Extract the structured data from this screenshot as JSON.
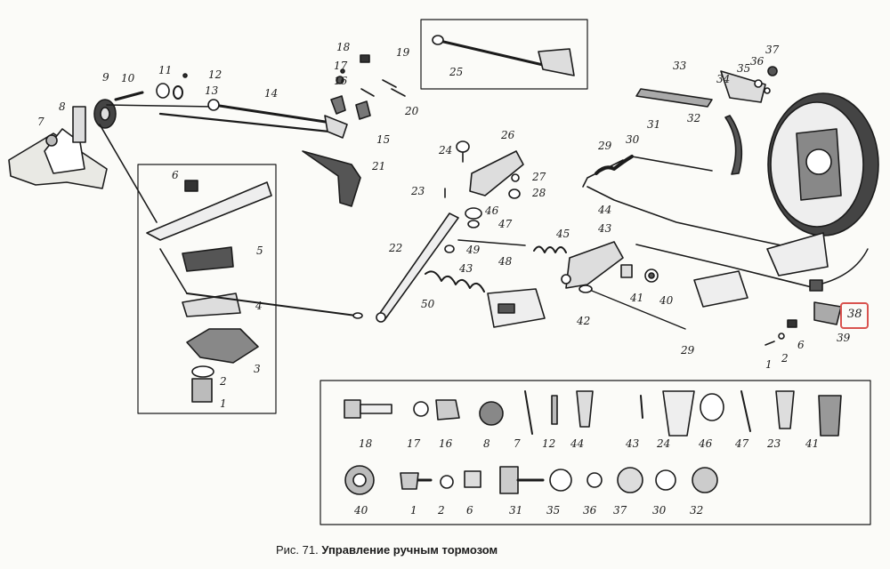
{
  "highlight": {
    "label": "38",
    "color": "#d9534f"
  },
  "caption": {
    "prefix": "Рис. 71.",
    "title": "Управление ручным тормозом"
  },
  "callouts": {
    "c1": "1",
    "c2": "2",
    "c3": "3",
    "c4": "4",
    "c5": "5",
    "c6": "6",
    "c7": "7",
    "c8": "8",
    "c9": "9",
    "c10": "10",
    "c11": "11",
    "c12": "12",
    "c13": "13",
    "c14": "14",
    "c15": "15",
    "c16": "16",
    "c17": "17",
    "c18": "18",
    "c19": "19",
    "c20": "20",
    "c21": "21",
    "c22": "22",
    "c23": "23",
    "c24": "24",
    "c25": "25",
    "c26": "26",
    "c27": "27",
    "c28": "28",
    "c29": "29",
    "c30": "30",
    "c31": "31",
    "c32": "32",
    "c33": "33",
    "c34": "34",
    "c35": "35",
    "c36": "36",
    "c37": "37",
    "c39": "39",
    "c40": "40",
    "c41": "41",
    "c42": "42",
    "c43": "43",
    "c44": "44",
    "c45": "45",
    "c46": "46",
    "c47": "47",
    "c48": "48",
    "c49": "49",
    "c50": "50",
    "c1b": "1",
    "c2b": "2",
    "c6b": "6",
    "c43b": "43",
    "c43c": "43",
    "c29b": "29"
  },
  "parts_row1": [
    "18",
    "17",
    "16",
    "8",
    "7",
    "12",
    "44",
    "43",
    "24",
    "46",
    "47",
    "23",
    "41"
  ],
  "parts_row2": [
    "40",
    "1",
    "2",
    "6",
    "31",
    "35",
    "36",
    "37",
    "30",
    "32"
  ]
}
